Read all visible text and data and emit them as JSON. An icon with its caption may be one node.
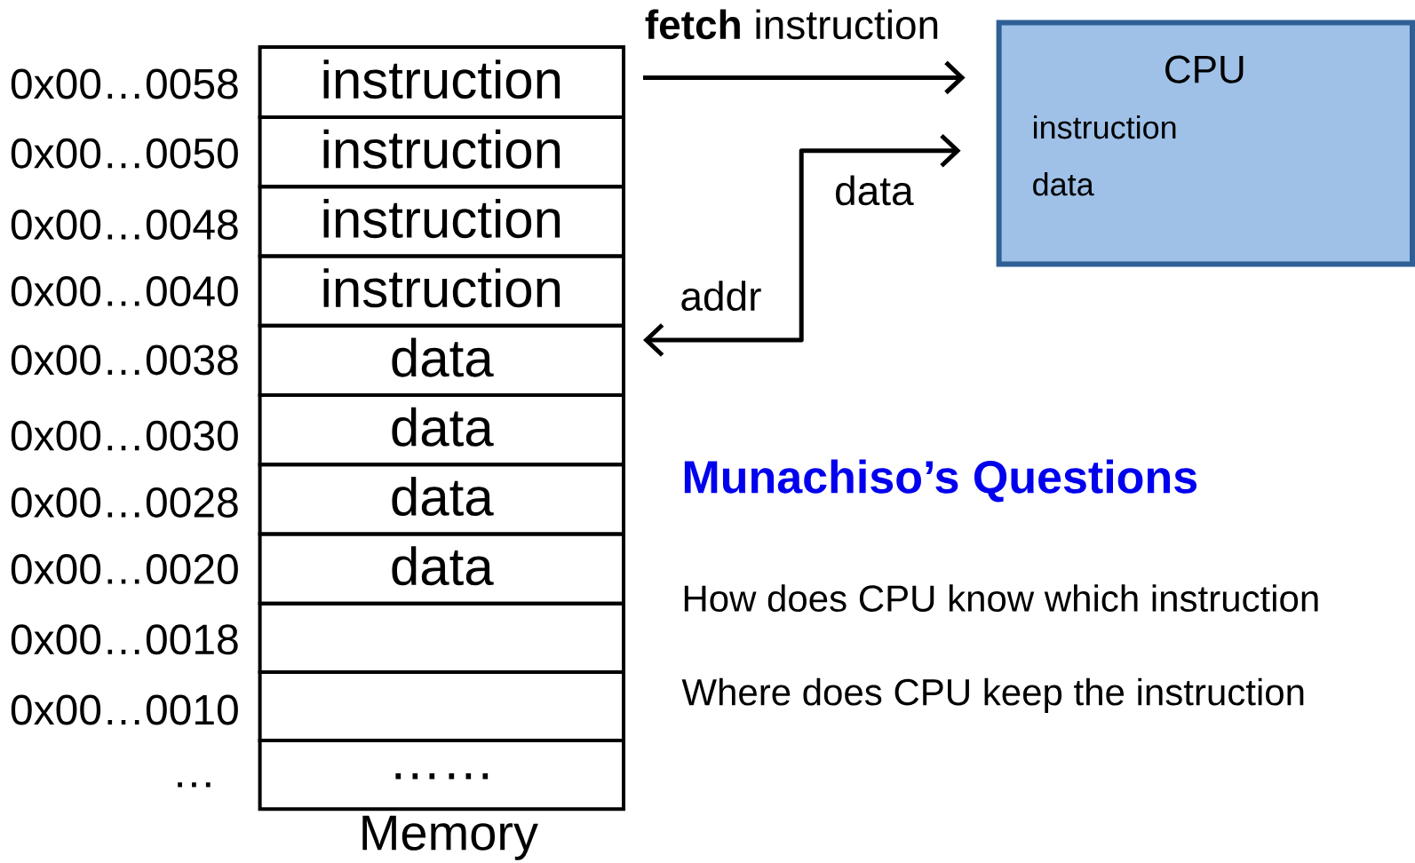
{
  "diagram": {
    "nodes": [
      {
        "text": [
          "instruction"
        ]
      },
      {
        "text": [
          "instruction"
        ]
      },
      {
        "text": [
          "instruction"
        ]
      },
      {
        "text": [
          "instruction"
        ]
      },
      {
        "text": [
          "data"
        ]
      },
      {
        "text": [
          "data"
        ]
      },
      {
        "text": [
          "data"
        ]
      },
      {
        "text": [
          "data"
        ]
      },
      {
        "text": [],
        "shape": "box"
      },
      {
        "text": [],
        "shape": "box"
      },
      {
        "text": [
          "……"
        ]
      },
      {
        "text": [
          "CPU",
          "instruction",
          "data"
        ]
      }
    ],
    "edges": [
      {
        "from": 0,
        "to": 11,
        "arrow": "to",
        "label": "**fetch** instruction"
      },
      {
        "from": 11,
        "to": 4,
        "arrow": "both",
        "label": "addr"
      }
    ],
    "labels": [
      "0x00…0058",
      "0x00…0050",
      "0x00…0048",
      "0x00…0040",
      "0x00…0038",
      "0x00…0030",
      "0x00…0028",
      "0x00…0020",
      "0x00…0018",
      "0x00…0010",
      "…",
      "Memory",
      "data",
      "Munachiso’s Questions",
      "How does CPU know which instruction",
      "Where does CPU keep the instruction"
    ]
  }
}
